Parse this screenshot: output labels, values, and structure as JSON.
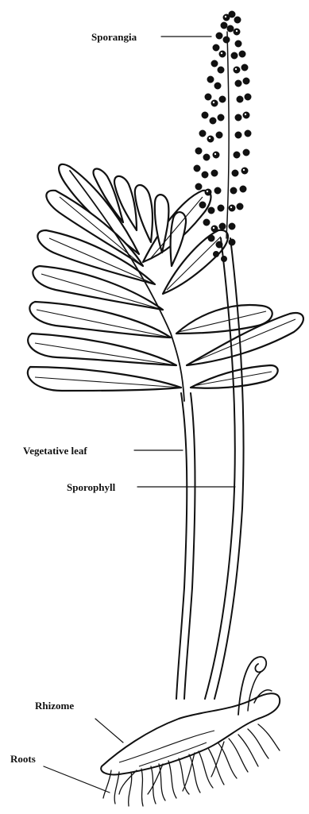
{
  "labels": {
    "sporangia": "Sporangia",
    "vegetative_leaf": "Vegetative leaf",
    "sporophyll": "Sporophyll",
    "rhizome": "Rhizome",
    "roots": "Roots"
  },
  "colors": {
    "ink": "#111111",
    "paper": "#ffffff"
  }
}
